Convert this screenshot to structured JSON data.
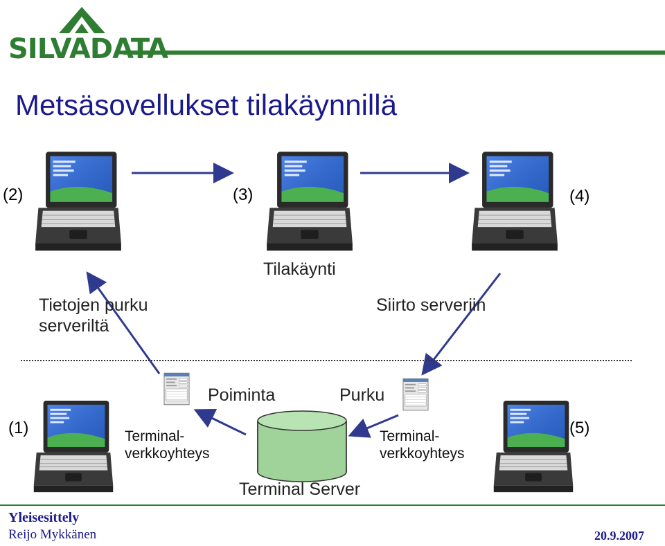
{
  "logo": {
    "text": "SILVADATA"
  },
  "title": "Metsäsovellukset tilakäynnillä",
  "steps": {
    "s1": "(1)",
    "s2": "(2)",
    "s3": "(3)",
    "s4": "(4)",
    "s5": "(5)"
  },
  "labels": {
    "tilakaynti": "Tilakäynti",
    "tietojen_line1": "Tietojen purku",
    "tietojen_line2": "serveriltä",
    "siirto": "Siirto serveriin",
    "poiminta": "Poiminta",
    "purku": "Purku",
    "terminal_left_line1": "Terminal-",
    "terminal_left_line2": "verkkoyhteys",
    "terminal_right_line1": "Terminal-",
    "terminal_right_line2": "verkkoyhteys",
    "terminal_server": "Terminal Server"
  },
  "footer": {
    "heading": "Yleisesittely",
    "author": "Reijo Mykkänen",
    "date": "20.9.2007"
  },
  "colors": {
    "title": "#1a1a8c",
    "brand_green": "#2e7d32",
    "database_fill": "#9fd39a",
    "arrow": "#2f3a8f"
  },
  "icons": {
    "laptop": "rugged-laptop-icon",
    "form": "form-window-icon",
    "database": "database-icon",
    "logo": "mountain-logo-icon"
  }
}
